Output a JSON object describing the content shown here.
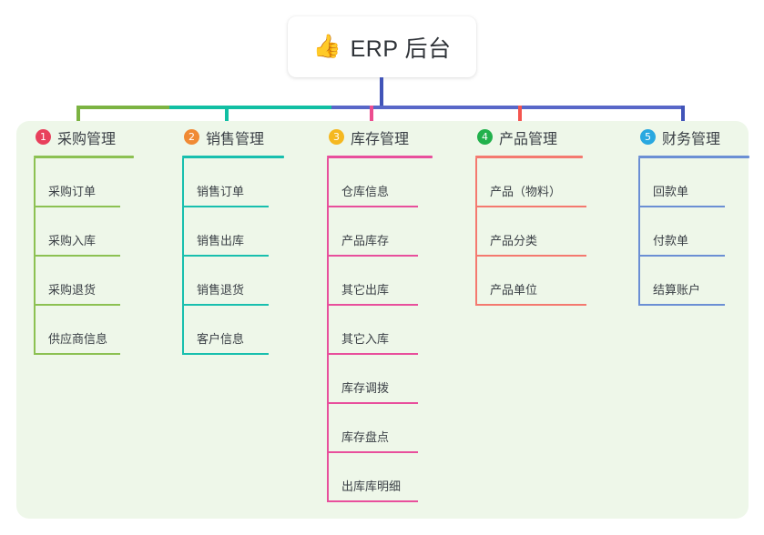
{
  "root": {
    "icon": "thumbs-up-icon",
    "icon_glyph": "👍",
    "title": "ERP 后台"
  },
  "theme": {
    "panel_background": "#eef7e9",
    "page_background": "#ffffff",
    "root_stem_color": "#4154b8",
    "text_color": "#3b4046"
  },
  "connectors": {
    "bus_segments": [
      {
        "name": "bus-green",
        "color": "#7cb342"
      },
      {
        "name": "bus-teal",
        "color": "#11bfa3"
      },
      {
        "name": "bus-blue",
        "color": "#5867c8"
      }
    ],
    "drops": [
      "#7cb342",
      "#11bfa3",
      "#ec4d8f",
      "#f4554f",
      "#4154b8"
    ]
  },
  "columns": [
    {
      "number": "1",
      "title": "采购管理",
      "badge_color": "#e8405c",
      "line_color": "#8cc152",
      "rule_width": 110,
      "leaf_width": 95,
      "items": [
        {
          "label": "采购订单"
        },
        {
          "label": "采购入库"
        },
        {
          "label": "采购退货"
        },
        {
          "label": "供应商信息"
        }
      ]
    },
    {
      "number": "2",
      "title": "销售管理",
      "badge_color": "#f08a34",
      "line_color": "#18bfae",
      "rule_width": 112,
      "leaf_width": 95,
      "items": [
        {
          "label": "销售订单"
        },
        {
          "label": "销售出库"
        },
        {
          "label": "销售退货"
        },
        {
          "label": "客户信息"
        }
      ]
    },
    {
      "number": "3",
      "title": "库存管理",
      "badge_color": "#f5b820",
      "line_color": "#e84f9c",
      "rule_width": 116,
      "leaf_width": 100,
      "items": [
        {
          "label": "仓库信息"
        },
        {
          "label": "产品库存"
        },
        {
          "label": "其它出库"
        },
        {
          "label": "其它入库"
        },
        {
          "label": "库存调拨"
        },
        {
          "label": "库存盘点"
        },
        {
          "label": "出库库明细"
        }
      ]
    },
    {
      "number": "4",
      "title": "产品管理",
      "badge_color": "#22b14c",
      "line_color": "#f4796f",
      "rule_width": 118,
      "leaf_width": 122,
      "items": [
        {
          "label": "产品（物料）"
        },
        {
          "label": "产品分类"
        },
        {
          "label": "产品单位"
        }
      ]
    },
    {
      "number": "5",
      "title": "财务管理",
      "badge_color": "#29a8e0",
      "line_color": "#6b8fd4",
      "rule_width": 122,
      "leaf_width": 95,
      "items": [
        {
          "label": "回款单"
        },
        {
          "label": "付款单"
        },
        {
          "label": "结算账户"
        }
      ]
    }
  ]
}
